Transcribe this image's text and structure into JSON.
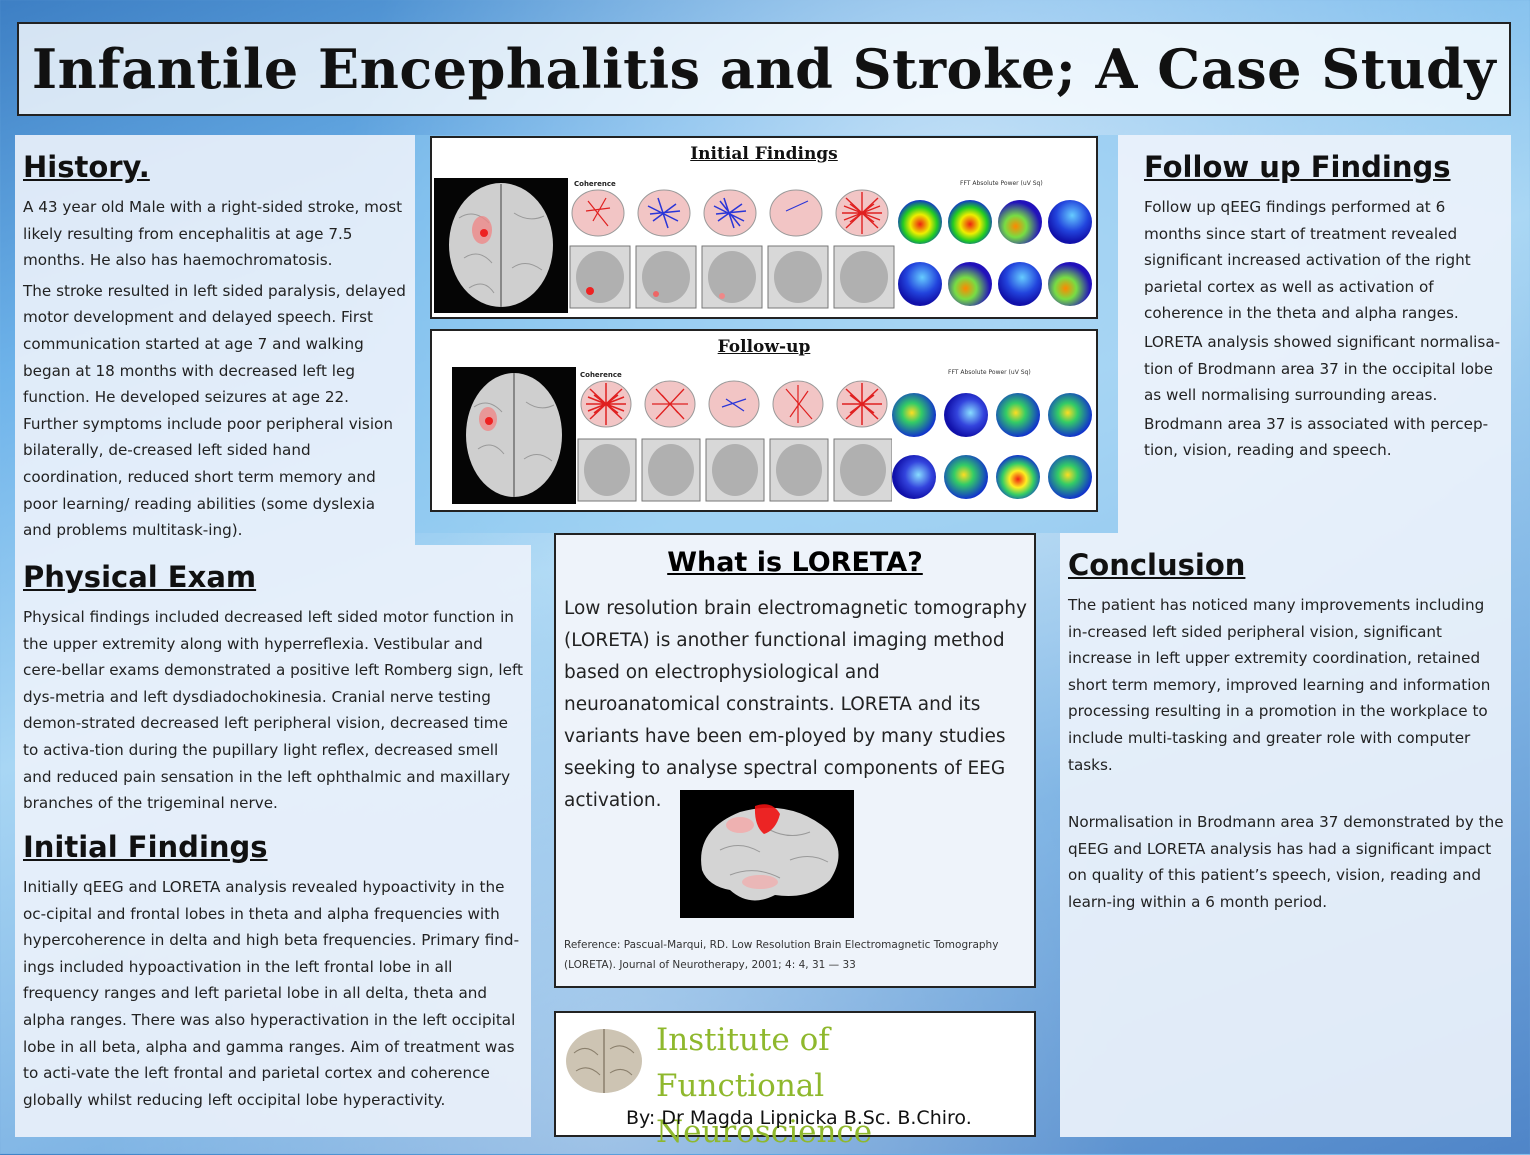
{
  "title": "Infantile Encephalitis and Stroke; A Case Study",
  "history": {
    "heading": "History.",
    "p1": "A 43 year old Male with a right-sided stroke, most likely resulting from encephalitis at age 7.5 months. He also has haemochromatosis.",
    "p2": "The stroke resulted in left sided paralysis, delayed motor development and delayed speech.  First communication started at age 7 and walking began at 18 months with decreased left leg function. He developed seizures at age 22. Further symptoms include poor peripheral vision bilaterally, de-creased left sided hand coordination, reduced short term memory and poor learning/ reading abilities (some dyslexia and problems multitask-ing)."
  },
  "physical": {
    "heading": "Physical Exam",
    "p1": "Physical findings included decreased left sided motor function in the upper extremity along with hyperreflexia. Vestibular and cere-bellar exams demonstrated a positive left Romberg sign, left dys-metria and left dysdiadochokinesia. Cranial nerve testing demon-strated decreased left peripheral vision, decreased time to activa-tion during the pupillary light reflex, decreased smell and reduced pain sensation in the left ophthalmic and maxillary branches of the trigeminal nerve."
  },
  "initial": {
    "heading": "Initial Findings",
    "p1": "Initially qEEG and LORETA analysis revealed  hypoactivity in  the oc-cipital and frontal lobes in theta and alpha frequencies with hypercoherence in delta and high beta  frequencies.  Primary find-ings included hypoactivation in the left frontal lobe in all frequency ranges and left parietal lobe in all delta, theta and alpha ranges. There was also hyperactivation  in the left occipital lobe in all beta, alpha and gamma ranges.  Aim of treatment was to acti-vate the left frontal and parietal cortex and coherence globally whilst reducing left occipital lobe hyperactivity."
  },
  "fig_initial": {
    "title": "Initial Findings",
    "coherence": "Coherence",
    "fft": "FFT Absolute Power (uV Sq)"
  },
  "fig_followup": {
    "title": "Follow-up",
    "coherence": "Coherence",
    "fft": "FFT Absolute Power (uV Sq)"
  },
  "followup": {
    "heading": "Follow up Findings",
    "p1": "Follow up qEEG findings performed at 6 months since start of treatment revealed significant increased activation of  the right parietal cortex as well as activation of coherence in the theta and alpha ranges.",
    "p2": "LORETA analysis showed significant normalisa-tion of Brodmann area 37 in the occipital lobe as well normalising surrounding areas.",
    "p3": "Brodmann area 37 is associated with percep-tion, vision, reading and speech."
  },
  "loreta": {
    "heading": "What is LORETA?",
    "body": "Low resolution brain electromagnetic tomography (LORETA) is another functional imaging method based on electrophysiological and neuroanatomical constraints. LORETA and its variants have been em-ployed by many studies seeking to analyse spectral components of EEG activation.",
    "reference": "Reference: Pascual-Marqui, RD. Low Resolution Brain Electromagnetic Tomography (LORETA). Journal of Neurotherapy, 2001; 4: 4, 31 — 33"
  },
  "conclusion": {
    "heading": "Conclusion",
    "p1": "The patient has noticed many improvements including in-creased left sided peripheral vision, significant increase in left upper extremity coordination, retained short term memory, improved learning and information processing resulting in a promotion in the workplace to include multi-tasking and greater role with computer tasks.",
    "p2": "Normalisation in Brodmann area 37  demonstrated by the qEEG and LORETA  analysis has had a significant impact on quality of this patient’s speech, vision, reading and learn-ing within a  6 month period."
  },
  "institute": {
    "line1": "Institute of",
    "line2": "Functional Neuroscience",
    "byline": "By: Dr Magda Lipnicka  B.Sc. B.Chiro."
  },
  "colors": {
    "institute_green": "#8fb82d",
    "accent_red": "#e02020",
    "coherence_blue": "#2a35d8"
  }
}
